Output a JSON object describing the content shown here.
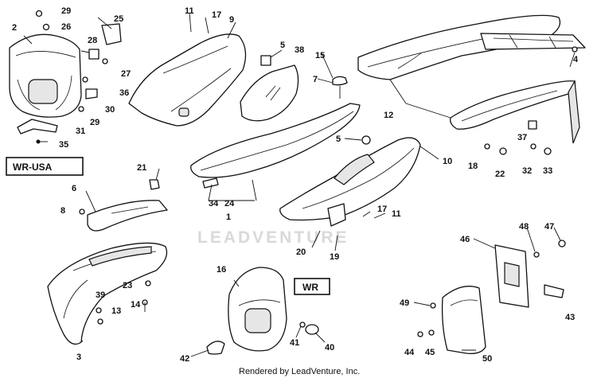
{
  "diagram": {
    "region_labels": [
      "WR-USA",
      "WR"
    ],
    "watermark": "LEADVENTURE",
    "footer": "Rendered by LeadVenture, Inc.",
    "callouts": [
      "29",
      "2",
      "26",
      "25",
      "28",
      "27",
      "36",
      "30",
      "29",
      "31",
      "35",
      "11",
      "17",
      "9",
      "5",
      "38",
      "15",
      "7",
      "4",
      "12",
      "5",
      "10",
      "37",
      "18",
      "22",
      "32",
      "33",
      "21",
      "6",
      "8",
      "34",
      "24",
      "1",
      "17",
      "11",
      "20",
      "19",
      "16",
      "23",
      "14",
      "39",
      "13",
      "3",
      "46",
      "48",
      "47",
      "49",
      "43",
      "42",
      "41",
      "40",
      "44",
      "45",
      "50"
    ]
  }
}
